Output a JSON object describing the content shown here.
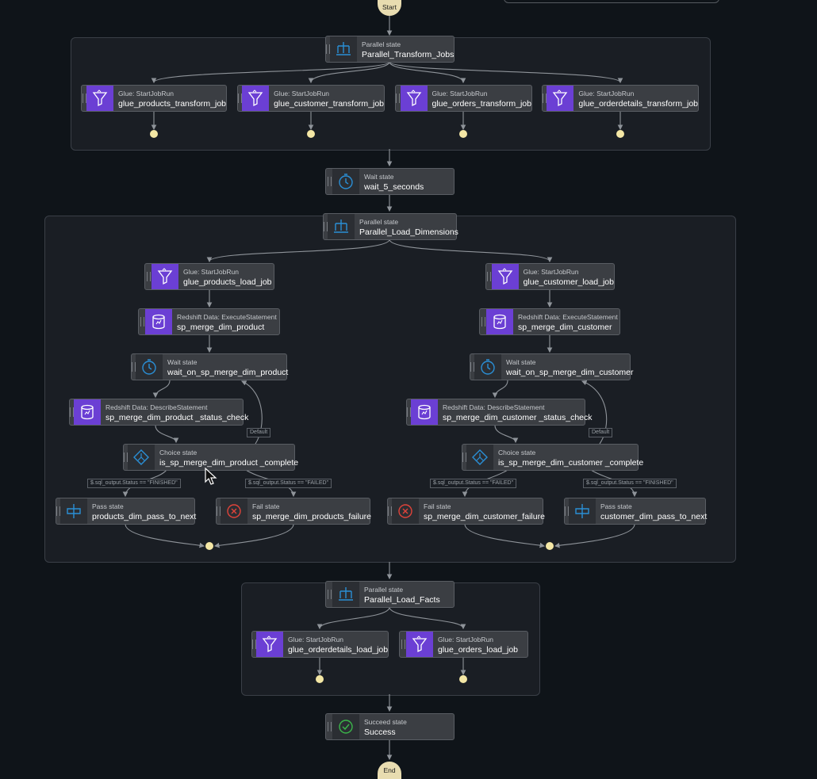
{
  "start": "Start",
  "end": "End",
  "nodes": {
    "parallel_transform": {
      "type": "Parallel state",
      "name": "Parallel_Transform_Jobs"
    },
    "glue_products_transform": {
      "type": "Glue: StartJobRun",
      "name": "glue_products_transform_job"
    },
    "glue_customer_transform": {
      "type": "Glue: StartJobRun",
      "name": "glue_customer_transform_job"
    },
    "glue_orders_transform": {
      "type": "Glue: StartJobRun",
      "name": "glue_orders_transform_job"
    },
    "glue_orderdetails_transform": {
      "type": "Glue: StartJobRun",
      "name": "glue_orderdetails_transform_job"
    },
    "wait_5": {
      "type": "Wait state",
      "name": "wait_5_seconds"
    },
    "parallel_load_dims": {
      "type": "Parallel state",
      "name": "Parallel_Load_Dimensions"
    },
    "glue_products_load": {
      "type": "Glue: StartJobRun",
      "name": "glue_products_load_job"
    },
    "glue_customer_load": {
      "type": "Glue: StartJobRun",
      "name": "glue_customer_load_job"
    },
    "sp_merge_product": {
      "type": "Redshift Data: ExecuteStatement",
      "name": "sp_merge_dim_product"
    },
    "sp_merge_customer": {
      "type": "Redshift Data: ExecuteStatement",
      "name": "sp_merge_dim_customer"
    },
    "wait_product": {
      "type": "Wait state",
      "name": "wait_on_sp_merge_dim_product"
    },
    "wait_customer": {
      "type": "Wait state",
      "name": "wait_on_sp_merge_dim_customer"
    },
    "status_product": {
      "type": "Redshift Data: DescribeStatement",
      "name": "sp_merge_dim_product _status_check"
    },
    "status_customer": {
      "type": "Redshift Data: DescribeStatement",
      "name": "sp_merge_dim_customer _status_check"
    },
    "choice_product": {
      "type": "Choice state",
      "name": "is_sp_merge_dim_product _complete"
    },
    "choice_customer": {
      "type": "Choice state",
      "name": "is_sp_merge_dim_customer _complete"
    },
    "pass_product": {
      "type": "Pass state",
      "name": "products_dim_pass_to_next"
    },
    "fail_product": {
      "type": "Fail state",
      "name": "sp_merge_dim_products_failure"
    },
    "fail_customer": {
      "type": "Fail state",
      "name": "sp_merge_dim_customer_failure"
    },
    "pass_customer": {
      "type": "Pass state",
      "name": "customer_dim_pass_to_next"
    },
    "parallel_facts": {
      "type": "Parallel state",
      "name": "Parallel_Load_Facts"
    },
    "glue_orderdetails_load": {
      "type": "Glue: StartJobRun",
      "name": "glue_orderdetails_load_job"
    },
    "glue_orders_load": {
      "type": "Glue: StartJobRun",
      "name": "glue_orders_load_job"
    },
    "success": {
      "type": "Succeed state",
      "name": "Success"
    }
  },
  "edge_labels": {
    "default_product": "Default",
    "default_customer": "Default",
    "finished_product": "$.sql_output.Status == \"FINISHED\"",
    "failed_product": "$.sql_output.Status == \"FAILED\"",
    "failed_customer": "$.sql_output.Status == \"FAILED\"",
    "finished_customer": "$.sql_output.Status  == \"FINISHED\""
  },
  "icons": {
    "glue": "funnel-icon",
    "redshift": "database-icon",
    "wait": "clock-icon",
    "parallel": "parallel-branch-icon",
    "choice": "choice-diamond-icon",
    "pass": "pass-arrow-icon",
    "fail": "fail-x-icon",
    "succeed": "check-circle-icon"
  },
  "colors": {
    "background": "#0f1419",
    "node": "#3b3e43",
    "service_icon": "#6b3fd4",
    "flow_icon": "#2a8fd6",
    "fail": "#e0433a",
    "success": "#3bb54a",
    "end_marker": "#f4e7a5",
    "terminal": "#e8dcb0"
  }
}
